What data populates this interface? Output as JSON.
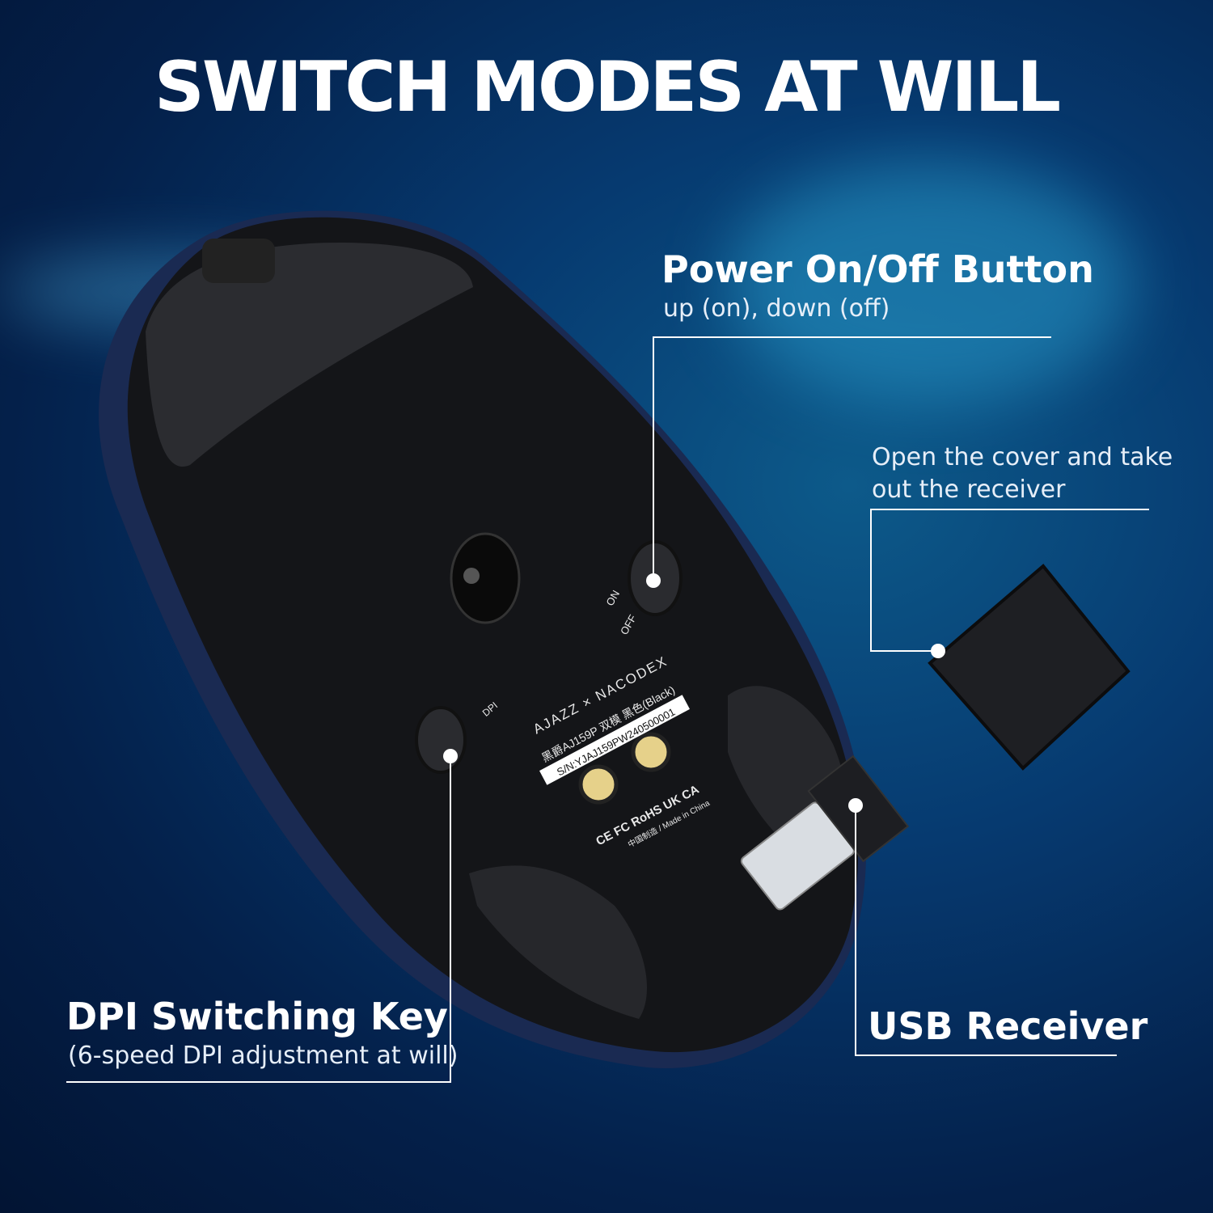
{
  "headline": "SWITCH MODES AT WILL",
  "callouts": {
    "power": {
      "title": "Power On/Off Button",
      "subtitle": "up (on), down (off)"
    },
    "cover": {
      "line1": "Open the cover and take",
      "line2": "out the receiver"
    },
    "dpi": {
      "title": "DPI Switching Key",
      "subtitle": "(6-speed DPI adjustment at will)"
    },
    "usb": {
      "title": "USB Receiver"
    }
  },
  "mouse_labels": {
    "on": "ON",
    "off": "OFF",
    "dpi": "DPI",
    "brand": "AJAZZ × NACODEX",
    "model": "黑爵AJ159P 双模 黑色(Black)",
    "serial": "S/N:YJAJ159PW240500001",
    "certs": "CE FC RoHS UK CA",
    "origin": "中国制造 / Made in China"
  },
  "colors": {
    "background": "#063a70",
    "text": "#ffffff",
    "mouse_body": "#141518"
  }
}
